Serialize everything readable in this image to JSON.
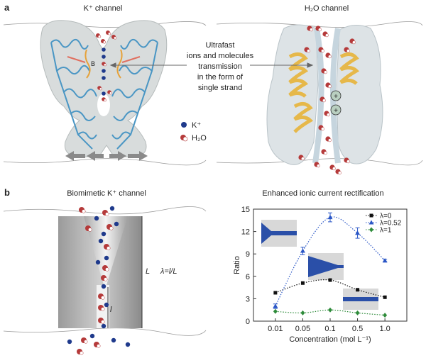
{
  "panel_a": {
    "letter": "a",
    "k_channel": {
      "title": "K⁺ channel",
      "label_b": "B",
      "legend": {
        "k_label": "K⁺",
        "water_label": "H₂O"
      }
    },
    "water_channel": {
      "title": "H₂O channel"
    },
    "callout_lines": [
      "Ultrafast",
      "ions and molecules",
      "transmission",
      "in the form of",
      "single strand"
    ]
  },
  "panel_b": {
    "letter": "b",
    "biomimetic": {
      "title": "Biomimetic K⁺ channel",
      "label_L": "L",
      "label_lambda": "λ=l/L",
      "label_l": "l"
    },
    "chart_title": "Enhanced ionic current rectification"
  },
  "colors": {
    "series_lambda0": "#111111",
    "series_lambda052": "#2a56c6",
    "series_lambda1": "#2e8b3a",
    "helix_blue": "#4a96c4",
    "helix_gold": "#e6b84a",
    "ion_blue": "#1f3a8c",
    "water_red": "#b53a3a"
  },
  "chart_data": {
    "type": "scatter",
    "title": "Enhanced ionic current rectification",
    "xlabel": "Concentration (mol L⁻¹)",
    "ylabel": "Ratio",
    "x_scale": "categorical",
    "categories": [
      "0.01",
      "0.05",
      "0.1",
      "0.5",
      "1.0"
    ],
    "ylim": [
      0,
      15
    ],
    "yticks": [
      0,
      3,
      6,
      9,
      12,
      15
    ],
    "series": [
      {
        "name": "λ=0",
        "marker": "square",
        "values": [
          3.8,
          5.1,
          5.5,
          4.2,
          3.2
        ]
      },
      {
        "name": "λ=0.52",
        "marker": "triangle",
        "values": [
          2.0,
          9.4,
          13.9,
          11.8,
          8.1
        ],
        "errors": [
          0.3,
          0.5,
          0.6,
          0.7,
          0.2
        ]
      },
      {
        "name": "λ=1",
        "marker": "diamond",
        "values": [
          1.3,
          1.1,
          1.5,
          1.1,
          0.8
        ]
      }
    ],
    "legend_position": "top-right",
    "grid": false
  }
}
